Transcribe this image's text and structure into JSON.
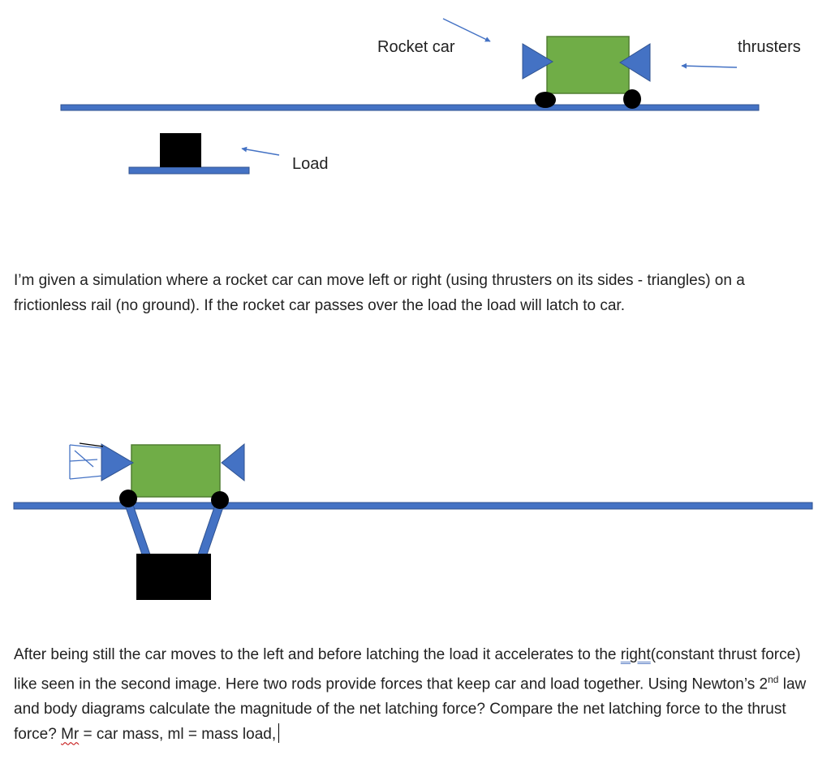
{
  "labels": {
    "rocket_car": "Rocket car",
    "thrusters": "thrusters",
    "load": "Load"
  },
  "paragraph1": "I’m given a simulation where a rocket car can move left or right (using thrusters on its sides - triangles) on a frictionless rail (no ground). If the rocket car passes over the load the load will latch to car.",
  "paragraph2": {
    "part1": "After being still the car moves to the left and before latching the load it accelerates to the ",
    "right_word": "right",
    "part2": "(constant thrust force) like seen in the second image. Here two rods provide forces that keep car and load together. Using Newton’s 2",
    "superscript": "nd",
    "part3": " law and body diagrams calculate the magnitude of the net latching force? Compare the net latching force to the thrust force?  ",
    "mr_word": "Mr",
    "part4": " = car mass, ml = mass load,"
  },
  "colors": {
    "rail": "#4472c4",
    "rail_outline": "#2f528f",
    "car_body": "#70ad47",
    "car_outline": "#507e32",
    "thruster": "#4472c4",
    "wheel": "#000000",
    "load": "#000000",
    "arrow": "#4472c4"
  }
}
